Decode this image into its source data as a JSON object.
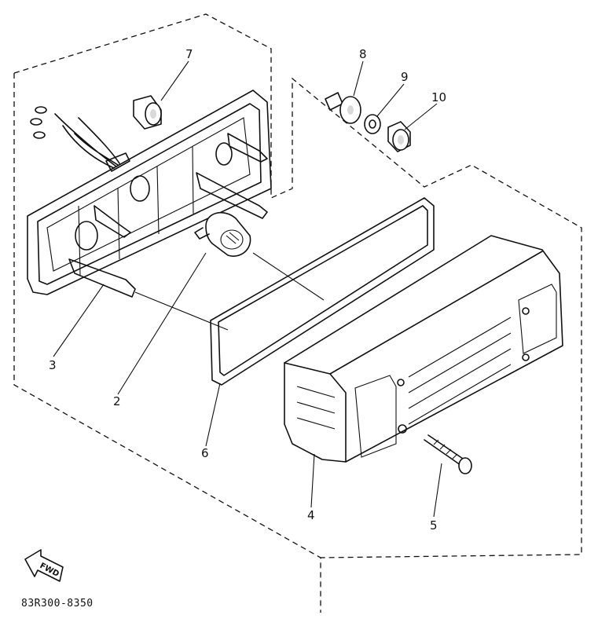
{
  "diagram": {
    "callouts": [
      {
        "id": "p1",
        "label": "7"
      },
      {
        "id": "p2",
        "label": "8"
      },
      {
        "id": "p3",
        "label": "9"
      },
      {
        "id": "p4",
        "label": "10"
      },
      {
        "id": "p5",
        "label": "3"
      },
      {
        "id": "p6",
        "label": "2"
      },
      {
        "id": "p7",
        "label": "6"
      },
      {
        "id": "p8",
        "label": "4"
      },
      {
        "id": "p9",
        "label": "5"
      }
    ],
    "fwd_label": "FWD",
    "reference_code": "83R300-8350"
  }
}
